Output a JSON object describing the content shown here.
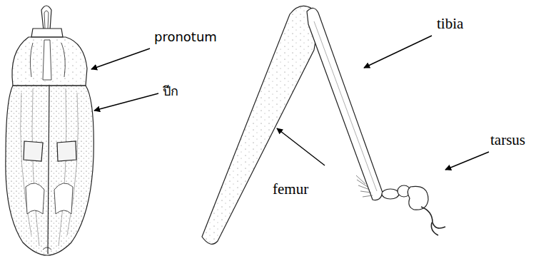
{
  "diagram": {
    "labels": [
      "pronotum",
      "ปีก",
      "tibia",
      "tarsus",
      "femur"
    ]
  }
}
